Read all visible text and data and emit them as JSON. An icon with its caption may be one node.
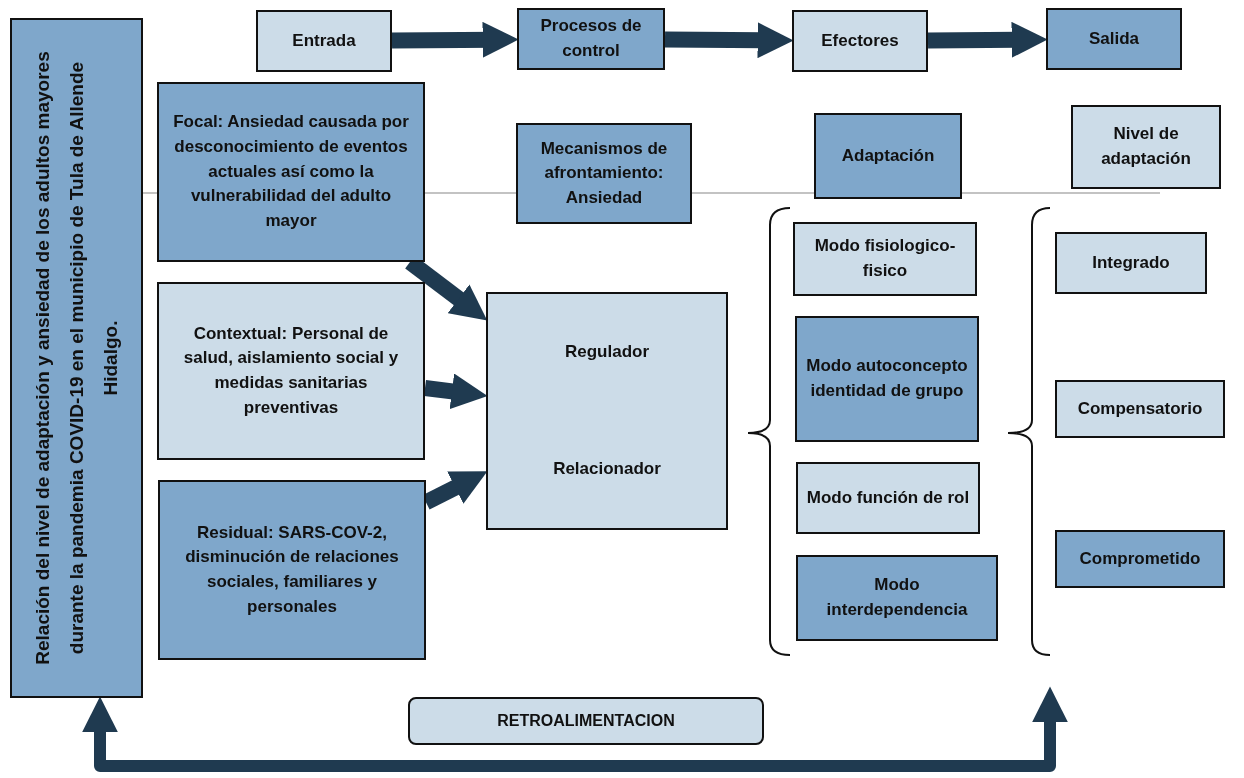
{
  "diagram": {
    "nodes": [
      {
        "text": [
          "Relación del  nivel de adaptación y ansiedad de los adultos mayores durante la pandemia COVID-19 en el municipio de Tula de Allende Hidalgo."
        ]
      },
      {
        "text": [
          "Entrada"
        ]
      },
      {
        "text": [
          "Procesos de control"
        ]
      },
      {
        "text": [
          "Efectores"
        ]
      },
      {
        "text": [
          "Salida"
        ]
      },
      {
        "text": [
          "Focal: Ansiedad causada por desconocimiento de eventos actuales así como la vulnerabilidad del adulto mayor"
        ]
      },
      {
        "text": [
          "Mecanismos de afrontamiento: Ansiedad"
        ]
      },
      {
        "text": [
          "Adaptación"
        ]
      },
      {
        "text": [
          "Nivel de adaptación"
        ]
      },
      {
        "text": [
          "Contextual: Personal de salud, aislamiento social y medidas sanitarias preventivas"
        ]
      },
      {
        "text": [
          "Regulador",
          "Relacionador"
        ]
      },
      {
        "text": [
          "Residual: SARS-COV-2, disminución de relaciones sociales, familiares y personales"
        ]
      },
      {
        "text": [
          "Modo fisiologico-fisico"
        ]
      },
      {
        "text": [
          "Modo autoconcepto identidad de grupo"
        ]
      },
      {
        "text": [
          "Modo función de rol"
        ]
      },
      {
        "text": [
          "Modo interdependencia"
        ]
      },
      {
        "text": [
          "Integrado"
        ]
      },
      {
        "text": [
          "Compensatorio"
        ]
      },
      {
        "text": [
          "Comprometido"
        ]
      },
      {
        "text": [
          "RETROALIMENTACION"
        ]
      }
    ],
    "edges": [
      {
        "from": 1,
        "to": 2,
        "arrow": "to"
      },
      {
        "from": 2,
        "to": 3,
        "arrow": "to"
      },
      {
        "from": 3,
        "to": 4,
        "arrow": "to"
      },
      {
        "from": 5,
        "to": 10,
        "arrow": "to"
      },
      {
        "from": 9,
        "to": 10,
        "arrow": "to"
      },
      {
        "from": 11,
        "to": 10,
        "arrow": "to"
      },
      {
        "from": null,
        "to": 0,
        "arrow": "both"
      }
    ]
  }
}
